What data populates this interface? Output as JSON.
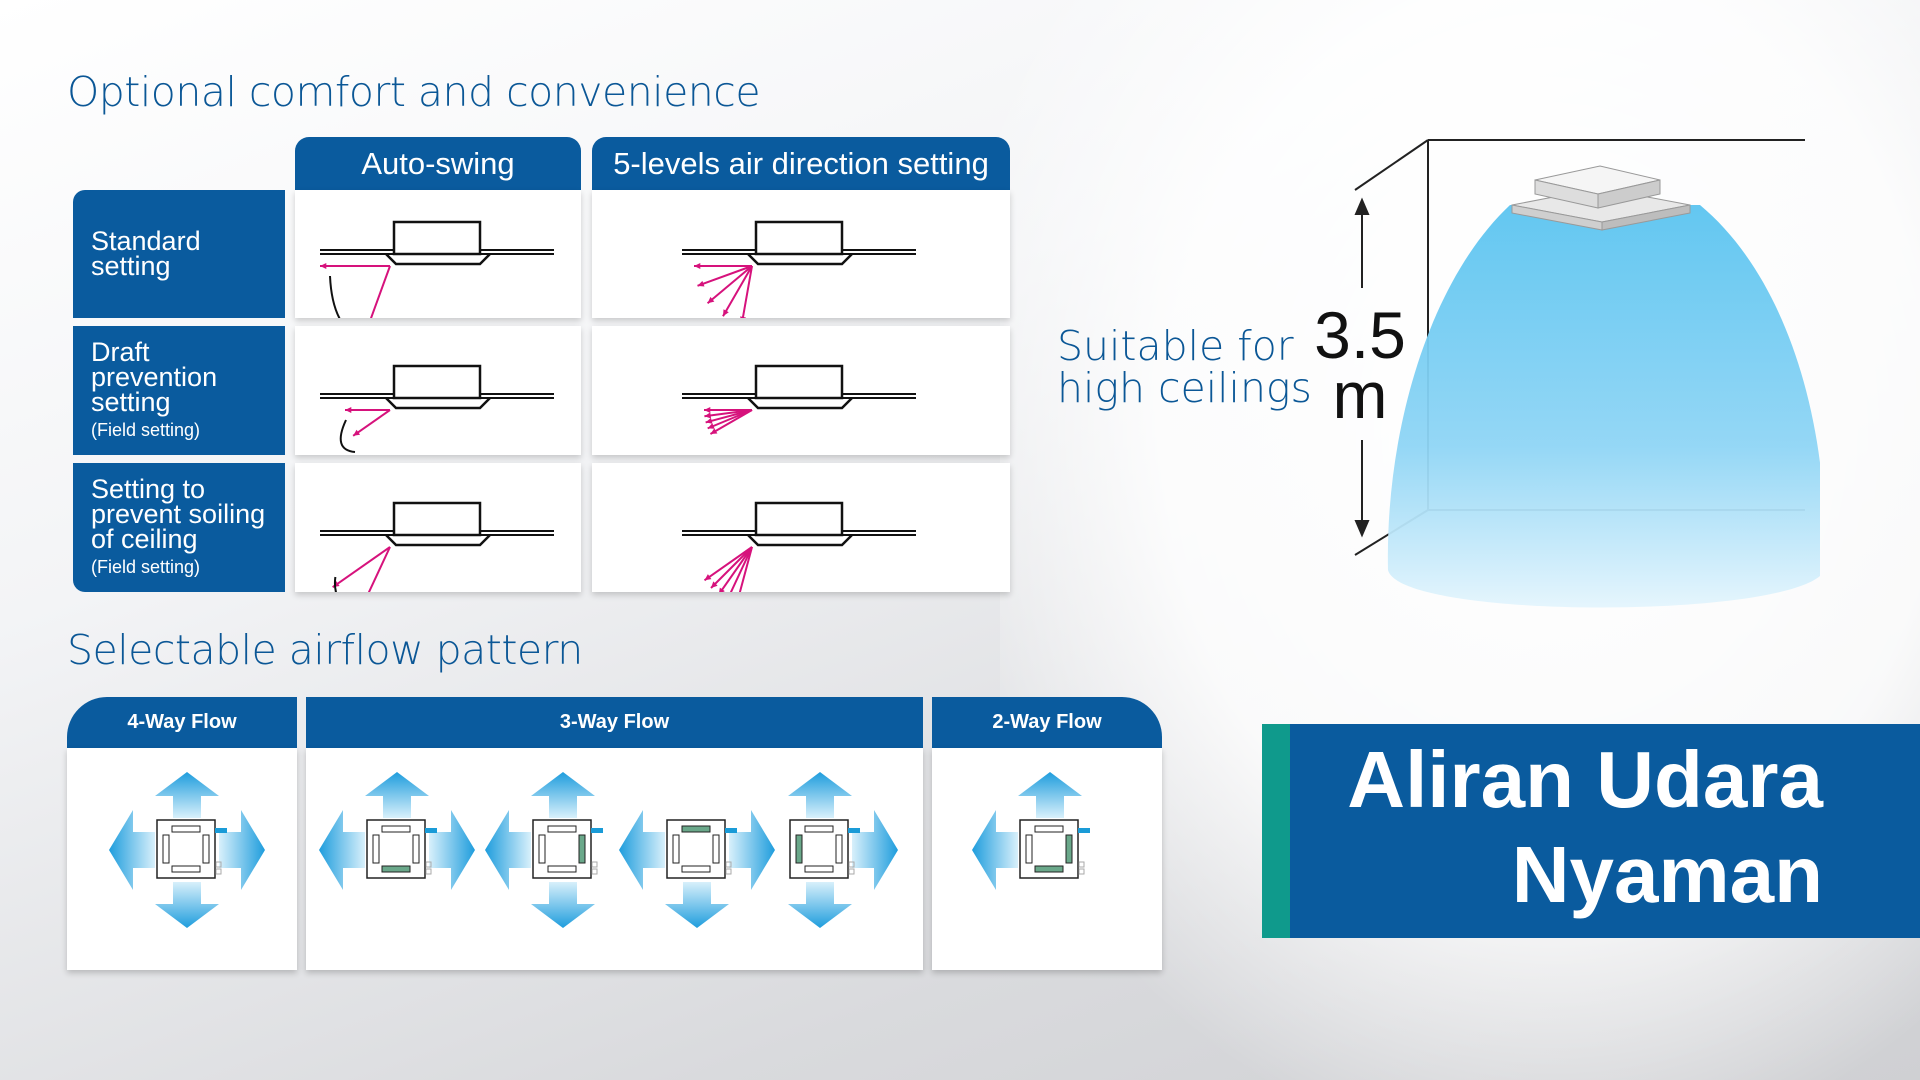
{
  "comfort": {
    "title": "Optional comfort and convenience",
    "columns": [
      "Auto-swing",
      "5-levels air direction setting"
    ],
    "rows": [
      {
        "label": "Standard setting",
        "sub": ""
      },
      {
        "label": "Draft prevention setting",
        "sub": "(Field setting)"
      },
      {
        "label": "Setting to prevent soiling of ceiling",
        "sub": "(Field setting)"
      }
    ]
  },
  "airflow": {
    "title": "Selectable airflow pattern",
    "groups": [
      {
        "label": "4-Way Flow",
        "units": [
          {
            "flow": [
              "up",
              "down",
              "left",
              "right"
            ],
            "closed": []
          }
        ]
      },
      {
        "label": "3-Way Flow",
        "units": [
          {
            "flow": [
              "up",
              "left",
              "right"
            ],
            "closed": [
              "bottom"
            ]
          },
          {
            "flow": [
              "up",
              "down",
              "left"
            ],
            "closed": [
              "right"
            ]
          },
          {
            "flow": [
              "down",
              "left",
              "right"
            ],
            "closed": [
              "top"
            ]
          },
          {
            "flow": [
              "up",
              "down",
              "right"
            ],
            "closed": [
              "left"
            ]
          }
        ]
      },
      {
        "label": "2-Way Flow",
        "units": [
          {
            "flow": [
              "up",
              "left"
            ],
            "closed": [
              "right",
              "bottom"
            ]
          }
        ]
      }
    ]
  },
  "ceiling": {
    "caption": "Suitable for high ceilings",
    "height_value": "3.5",
    "height_unit": "m"
  },
  "banner": {
    "line1": "Aliran Udara",
    "line2": "Nyaman"
  },
  "colors": {
    "brand_blue": "#0a5b9e",
    "accent_teal": "#0f9a8c",
    "arrow_magenta": "#d6127c",
    "air_blue": "#29a3e0"
  }
}
